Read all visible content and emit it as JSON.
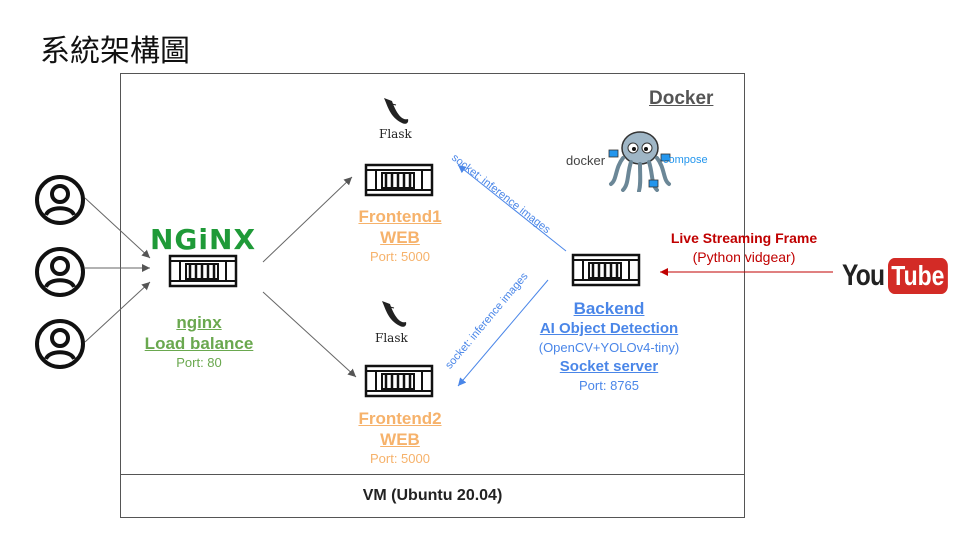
{
  "title": "系統架構圖",
  "docker_label": "Docker",
  "vm_label": "VM (Ubuntu 20.04)",
  "nginx": {
    "logo": "NGiNX",
    "name": "nginx",
    "role": "Load balance",
    "port": "Port: 80"
  },
  "frontend1": {
    "name": "Frontend1",
    "role": "WEB",
    "port": "Port: 5000"
  },
  "frontend2": {
    "name": "Frontend2",
    "role": "WEB",
    "port": "Port: 5000"
  },
  "backend": {
    "name": "Backend",
    "role": "AI Object Detection",
    "detail": "(OpenCV+YOLOv4-tiny)",
    "server": "Socket server",
    "port": "Port: 8765"
  },
  "flask_label": "Flask",
  "socket_label_1": "socket: inference images",
  "socket_label_2": "socket: inference images",
  "docker_compose": {
    "left": "docker",
    "right": "compose"
  },
  "live": {
    "title": "Live Streaming Frame",
    "subtitle": "(Python vidgear)"
  },
  "youtube": {
    "you": "You",
    "tube": "Tube"
  },
  "colors": {
    "nginx": "#6aa84f",
    "frontend": "#f6b26b",
    "backend": "#4a86e8",
    "live": "#c00000",
    "youtube_red": "#d32b26"
  }
}
